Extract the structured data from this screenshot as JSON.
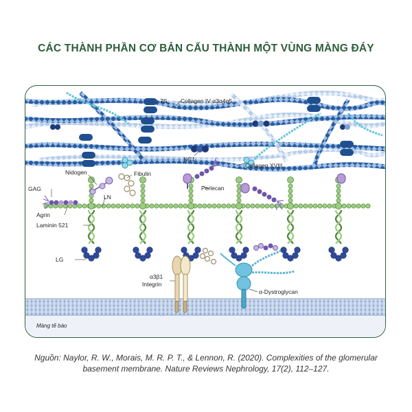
{
  "title": "CÁC THÀNH PHẦN CƠ BẢN CẤU THÀNH MỘT VÙNG MÀNG ĐÁY",
  "labels": {
    "seven_s": "7S",
    "collagen_iv": "Collagen IV α3α4α5",
    "nc1": "NC1",
    "collagen_xviii": "Collagen XVIII",
    "nidogen": "Nidogen",
    "fibulin": "Fibulin",
    "gag": "GAG",
    "perlecan": "Perlecan",
    "agrin": "Agrin",
    "ln": "LN",
    "laminin_521": "Laminin 521",
    "lg": "LG",
    "integrin_line1": "α3β1",
    "integrin_line2": "Integrin",
    "dystroglycan": "α-Dystroglycan",
    "cell_membrane": "Màng tế bào"
  },
  "source_citation": "Nguồn: Naylor, R. W., Morais, M. R. P. T., & Lennon, R. (2020). Complexities of the glomerular basement membrane. Nature Reviews Nephrology, 17(2), 112–127.",
  "colors": {
    "title_green": "#2d5d3b",
    "frame_green": "#2f5f3d",
    "collagen_dark_blue": "#1f4f8e",
    "collagen_light_blue": "#a9c4e4",
    "collagen_xviii_cyan": "#5fc3dc",
    "nc1_navy": "#1e3a78",
    "laminin_green": "#9fcc84",
    "laminin_dark_green": "#4f8a3c",
    "lg_blue": "#2f4a9a",
    "perlecan_purple": "#6e56a8",
    "perlecan_lavender": "#b89ad4",
    "integrin_beige": "#e8d6b0",
    "dystroglycan_teal": "#5ab5d2",
    "membrane_blue": "#cbd9ee"
  }
}
